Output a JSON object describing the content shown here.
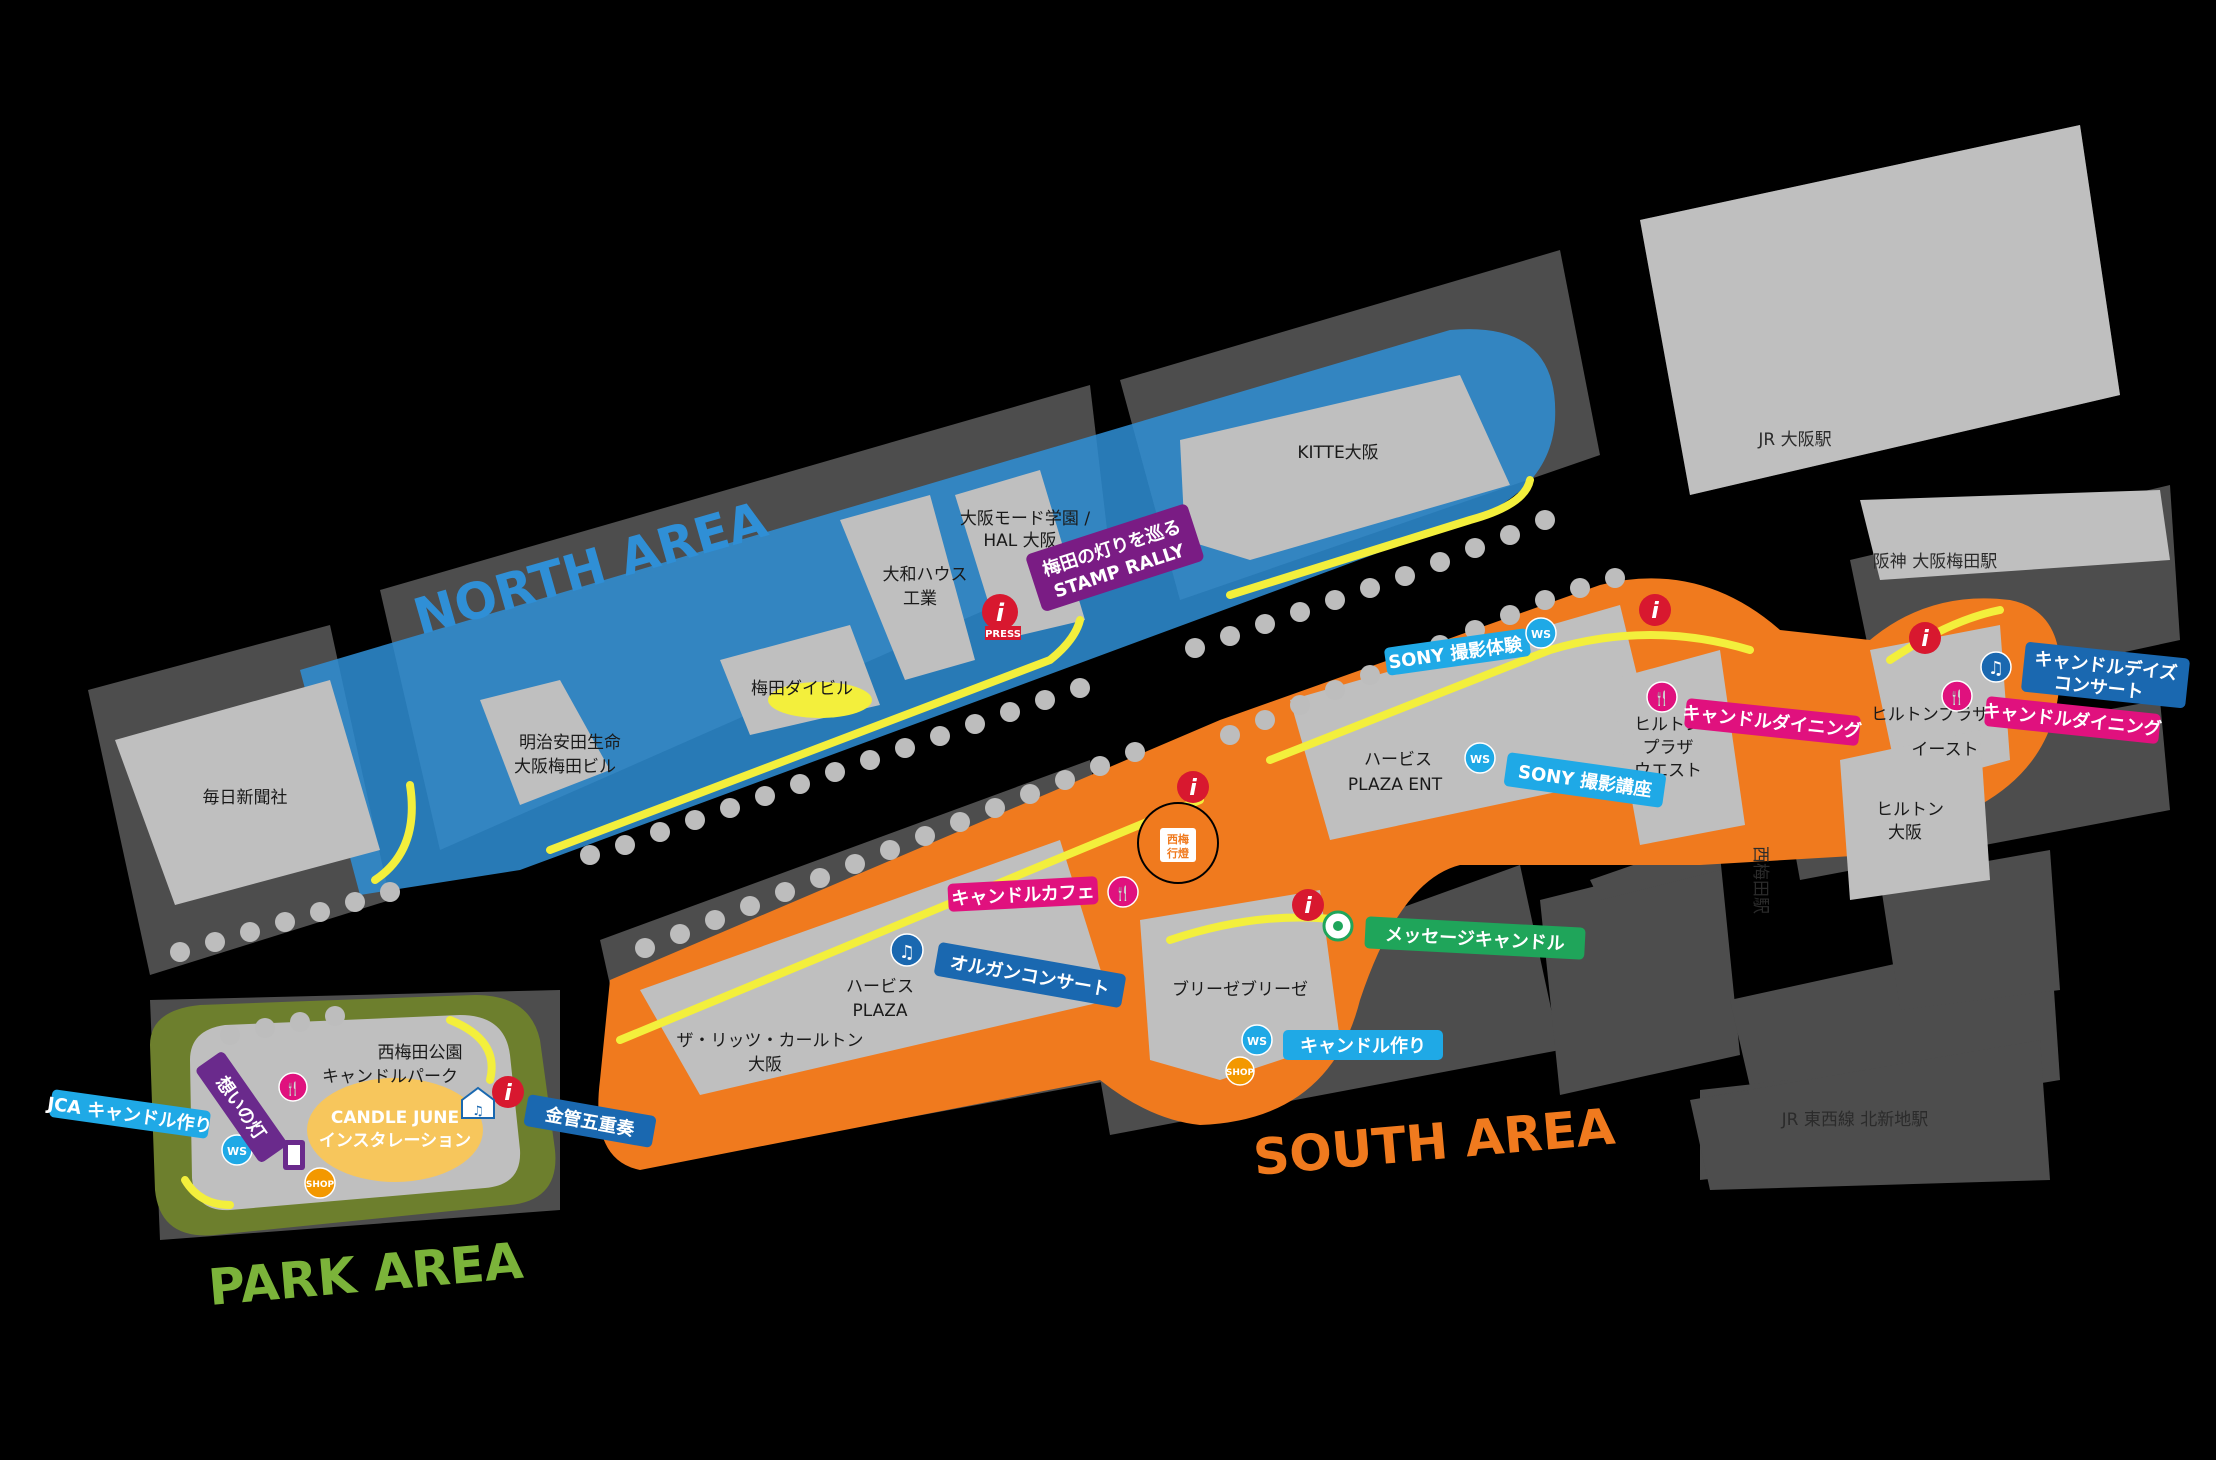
{
  "areas": {
    "north": "NORTH AREA",
    "south": "SOUTH AREA",
    "park": "PARK AREA"
  },
  "colors": {
    "north": "#2f8fd6",
    "south": "#f07a1e",
    "park": "#7bb33a",
    "building": "#bfbfbf",
    "block": "#4d4d4d",
    "candle_line": "#f3ef3c",
    "info": "#d8182f",
    "music": "#1a68b0",
    "food": "#e0117e",
    "ws": "#1fa9e6",
    "shop": "#f39800",
    "message": "#1fa55a",
    "omoi": "#6a2a8c",
    "stamp": "#7a1c84"
  },
  "buildings": {
    "mainichi": "毎日新聞社",
    "meiji1": "明治安田生命",
    "meiji2": "大阪梅田ビル",
    "umeda_daibiru": "梅田ダイビル",
    "daiwa1": "大和ハウス",
    "daiwa2": "工業",
    "mode1": "大阪モード学園 /",
    "mode2": "HAL 大阪",
    "kitte": "KITTE大阪",
    "jr_osaka": "JR 大阪駅",
    "hanshin": "阪神 大阪梅田駅",
    "herbis_ent1": "ハービス",
    "herbis_ent2": "PLAZA ENT",
    "hilton_west1": "ヒルトン",
    "hilton_west2": "プラザ",
    "hilton_west3": "ウエスト",
    "hilton_east1": "ヒルトンプラザ",
    "hilton_east2": "イースト",
    "hilton_osaka1": "ヒルトン",
    "hilton_osaka2": "大阪",
    "nishiumeda_st": "西梅田駅",
    "jr_kitashinchi": "JR 東西線 北新地駅",
    "herbis_plaza1": "ハービス",
    "herbis_plaza2": "PLAZA",
    "ritz1": "ザ・リッツ・カールトン",
    "ritz2": "大阪",
    "breeze": "ブリーゼブリーゼ",
    "park1": "西梅田公園",
    "park2": "キャンドルパーク",
    "candle_june1": "CANDLE JUNE",
    "candle_june2": "インスタレーション"
  },
  "tags": {
    "stamp1": "梅田の灯りを巡る",
    "stamp2": "STAMP RALLY",
    "sony_taiken": "SONY 撮影体験",
    "sony_koza": "SONY 撮影講座",
    "dining_west": "キャンドルダイニング",
    "dining_east": "キャンドルダイニング",
    "candle_days1": "キャンドルデイズ",
    "candle_days2": "コンサート",
    "candle_cafe": "キャンドルカフェ",
    "organ": "オルガンコンサート",
    "message": "メッセージキャンドル",
    "candle_making": "キャンドル作り",
    "jca": "JCA キャンドル作り",
    "omoi": "想いの灯",
    "brass": "金管五重奏"
  },
  "icons": {
    "info": "i",
    "press": "PRESS",
    "ws": "WS",
    "shop": "SHOP",
    "music": "♫",
    "food": "🍴",
    "gyoto1": "西梅",
    "gyoto2": "行燈"
  }
}
